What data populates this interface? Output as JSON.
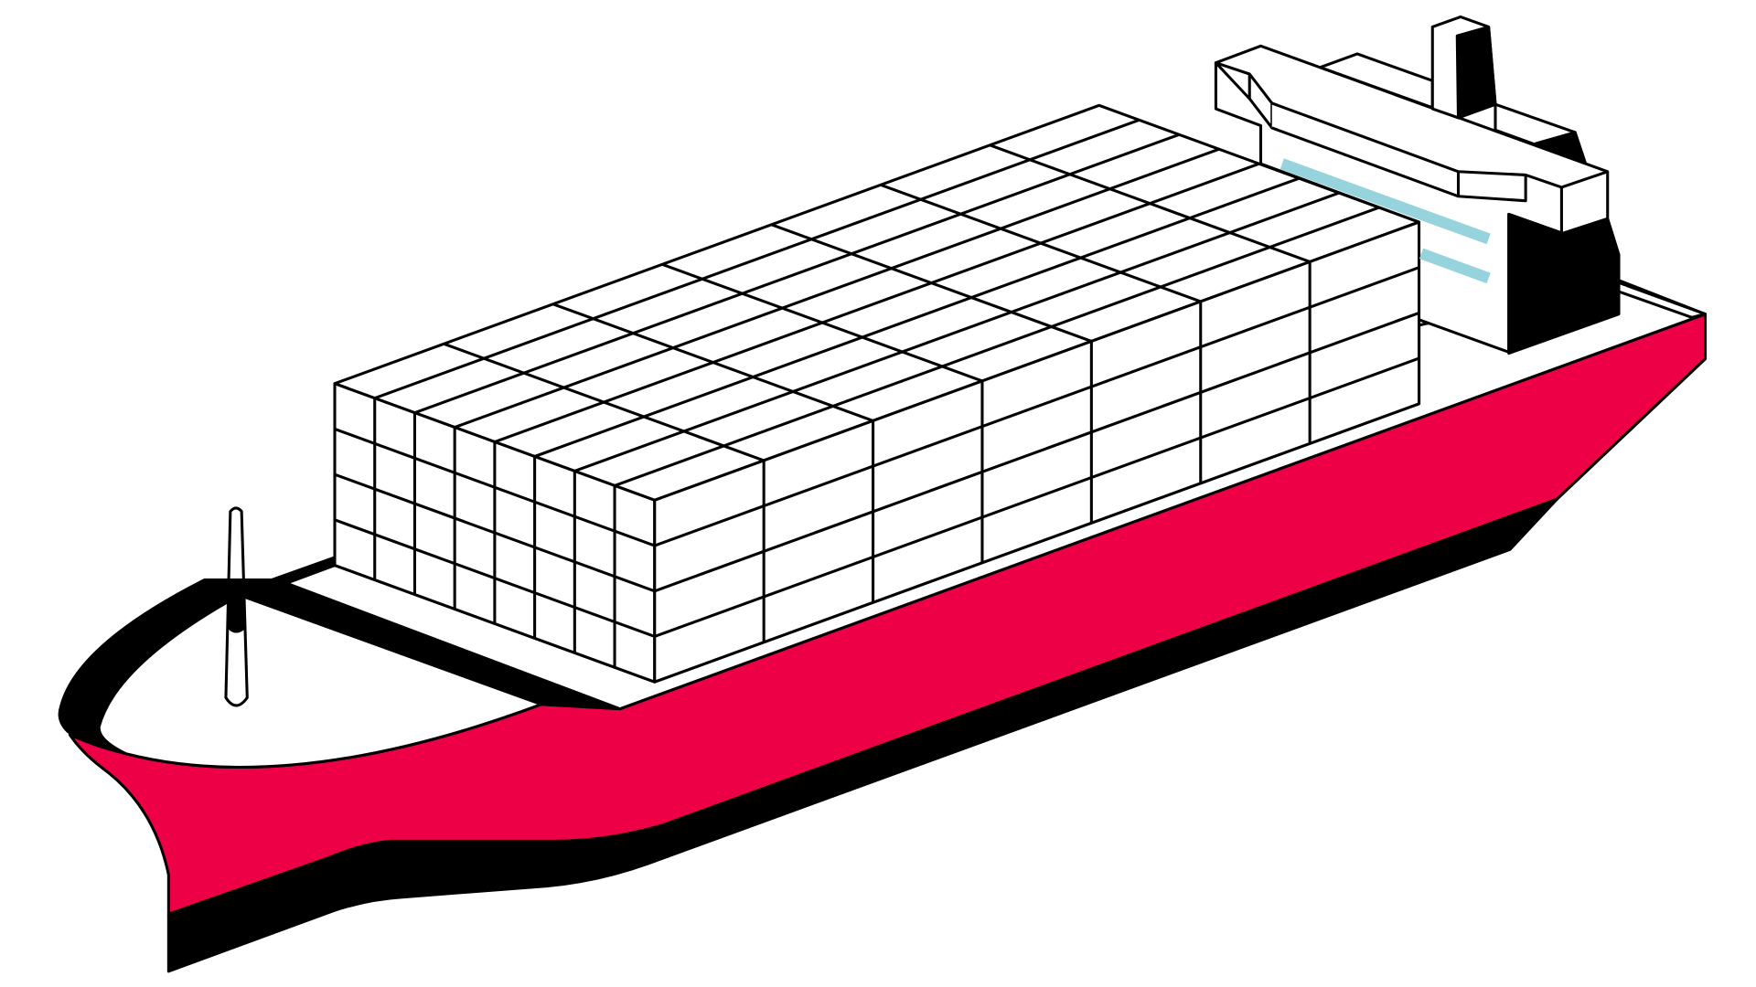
{
  "illustration": {
    "subject": "container-ship",
    "colors": {
      "hull": "#ee0047",
      "outline": "#000000",
      "deck": "#ffffff",
      "window_stripe": "#96d3dd"
    },
    "container_stack": {
      "rows": 4,
      "columns_across": 8,
      "bays_along": 7
    }
  }
}
